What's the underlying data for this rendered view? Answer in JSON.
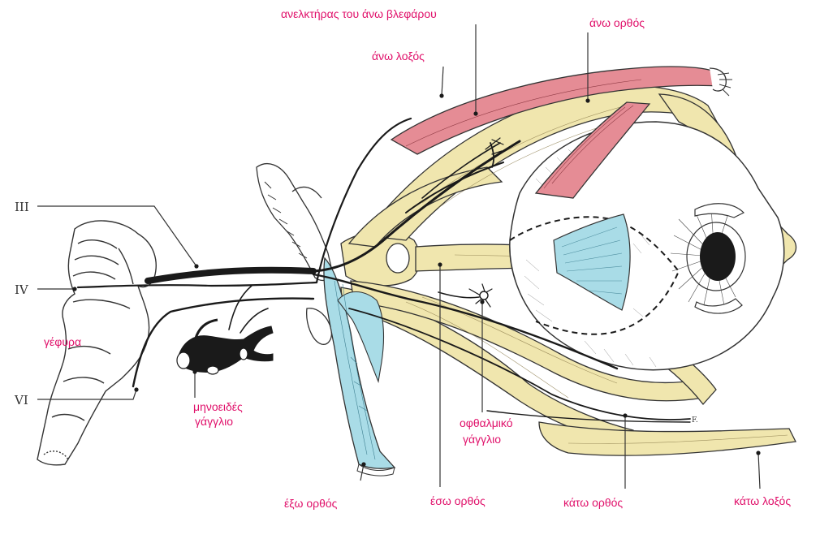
{
  "colors": {
    "label": "#e0106a",
    "roman": "#333333",
    "muscle_red": "#e58c95",
    "muscle_yellow": "#f0e6ae",
    "muscle_blue": "#a9dce7",
    "nerve": "#1a1a1a",
    "outline": "#333333"
  },
  "nerve_labels": {
    "iii": "III",
    "iv": "IV",
    "vi": "VI"
  },
  "labels": {
    "levator": "ανελκτήρας του άνω βλεφάρου",
    "superior_rectus": "άνω ορθός",
    "superior_oblique": "άνω λοξός",
    "pons": "γέφυρα",
    "ciliary_ganglion_1": "μηνοειδές",
    "ciliary_ganglion_2": "γάγγλιο",
    "ophthalmic_ganglion_1": "οφθαλμικό",
    "ophthalmic_ganglion_2": "γάγγλιο",
    "lateral_rectus": "έξω ορθός",
    "medial_rectus": "έσω ορθός",
    "inferior_rectus": "κάτω ορθός",
    "inferior_oblique": "κάτω λοξός"
  }
}
